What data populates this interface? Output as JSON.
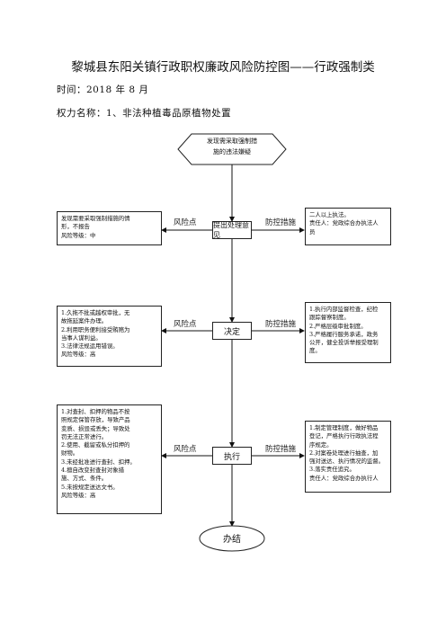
{
  "header": {
    "title": "黎城县东阳关镇行政职权廉政风险防控图——行政强制类",
    "time": "时间：2018 年 8 月",
    "power_name": "权力名称：1、非法种植毒品原植物处置"
  },
  "flow": {
    "start": [
      "发现需采取强制措",
      "施的违法嫌疑"
    ],
    "step1": "提出处理意见",
    "step2": "决定",
    "step3": "执行",
    "end": "办结"
  },
  "labels": {
    "risk": "风险点",
    "control": "防控措施"
  },
  "risks": {
    "r1": [
      "发现需要采取强制措施的情",
      "形，不报告",
      "风险等级：中"
    ],
    "r2": [
      "1.久拖不批或越权审批，无",
      "故拖延案件办理。",
      "2.利用职务便利接受贿赂为",
      "当事人谋利益。",
      "3.法律法规运用错误。",
      "风险等级：高"
    ],
    "r3": [
      "1.对查封、扣押的物品不按",
      "照规定保管存放，导致产品",
      "变质、损毁或丢失；导致处",
      "罚无法正常进行。",
      "2.使用、截留或私分扣押的",
      "财物。",
      "3.未经批准进行查封、扣押。",
      "4.擅自改变封查封对象措",
      "施、方式、条件。",
      "5.未按规定送达文书。",
      "风险等级：高"
    ]
  },
  "controls": {
    "c1": [
      "二人以上执法。",
      "责任人：党政综合办执法人",
      "员"
    ],
    "c2": [
      "1.执行内部监督检查，纪检",
      "跟踪督察制度。",
      "2.严格层级审批制度。",
      "3.严格履行服务承诺，政务",
      "公开，健全投诉举报受理制",
      "度。"
    ],
    "c3": [
      "1.制定管理制度，做好物品",
      "登记，严格执行行政执法程",
      "序规定。",
      "2.对案卷处理进行抽查，加",
      "强对送达、执行情况的监督。",
      "3.落实责任追究。",
      "责任人：党政综合办执行人"
    ]
  }
}
